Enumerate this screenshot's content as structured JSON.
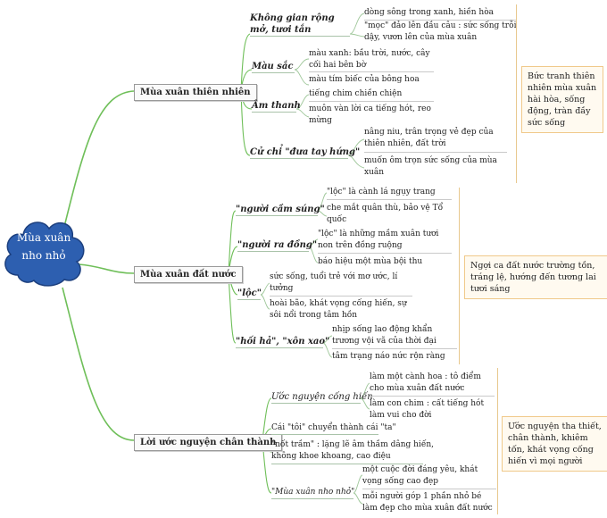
{
  "center": {
    "lines": [
      "Mùa xuân",
      "nho nhỏ"
    ]
  },
  "branches": [
    {
      "label": "Mùa xuân thiên nhiên",
      "note": "Bức tranh thiên nhiên mùa xuân hài hòa, sống động, tràn đầy sức sống",
      "categories": [
        {
          "label": "Không gian rộng mở, tươi tắn",
          "items": [
            "dòng sông trong xanh, hiền hòa",
            "\"mọc\" đảo lên đầu câu : sức sống trỗi dậy, vươn lên của mùa xuân"
          ]
        },
        {
          "label": "Màu sắc",
          "items": [
            "màu xanh: bầu trời, nước, cây cối hai bên bờ",
            "màu tím biếc của bông hoa"
          ]
        },
        {
          "label": "Âm thanh",
          "items": [
            "tiếng chim chiền chiện",
            "muôn vàn lời ca tiếng hót, reo mừng"
          ]
        },
        {
          "label": "Cử chỉ \"đưa tay hứng\"",
          "items": [
            "nâng niu, trân trọng vẻ đẹp của thiên nhiên, đất trời",
            "muốn ôm trọn sức sống của mùa xuân"
          ]
        }
      ]
    },
    {
      "label": "Mùa xuân đất nước",
      "note": "Ngợi ca đất nước trường tồn, tráng lệ, hướng đến tương lai tươi sáng",
      "categories": [
        {
          "label": "\"người cầm súng\"",
          "items": [
            "\"lộc\" là cành lá ngụy trang",
            "che mắt quân thù, bảo vệ Tổ quốc"
          ]
        },
        {
          "label": "\"người ra đồng\"",
          "items": [
            "\"lộc\" là những mầm xuân tươi non trên đồng ruộng",
            "báo hiệu một mùa bội thu"
          ]
        },
        {
          "label": "\"lộc\"",
          "items": [
            "sức sống, tuổi trẻ với mơ ước, lí tưởng",
            "hoài bão, khát vọng cống hiến, sự sôi nổi trong tâm hồn"
          ]
        },
        {
          "label": "\"hối hả\", \"xôn xao\"",
          "items": [
            "nhịp sống lao động khẩn trương vội vã của thời đại",
            "tâm trạng náo nức rộn ràng"
          ]
        }
      ]
    },
    {
      "label": "Lời ước nguyện chân thành",
      "note": "Ước nguyện tha thiết, chân thành, khiêm tốn, khát vọng cống hiến vì mọi người",
      "categories": [
        {
          "label": "Ước nguyện cống hiến",
          "items": [
            "làm một cành hoa : tô điểm cho mùa xuân đất nước",
            "làm con chim : cất tiếng hót làm vui cho đời"
          ]
        },
        {
          "label": "Cái \"tôi\" chuyển thành cái \"ta\"",
          "items": []
        },
        {
          "label": "\"nốt trầm\" : lặng lẽ âm thầm dâng hiến, không khoe khoang, cao điệu",
          "items": []
        },
        {
          "label": "\"Mùa xuân nho nhỏ\"",
          "items": [
            "một cuộc đời đáng yêu, khát vọng sống cao đẹp",
            "mỗi người góp 1 phần nhỏ bé làm đẹp cho mùa xuân đất nước"
          ]
        }
      ]
    }
  ]
}
